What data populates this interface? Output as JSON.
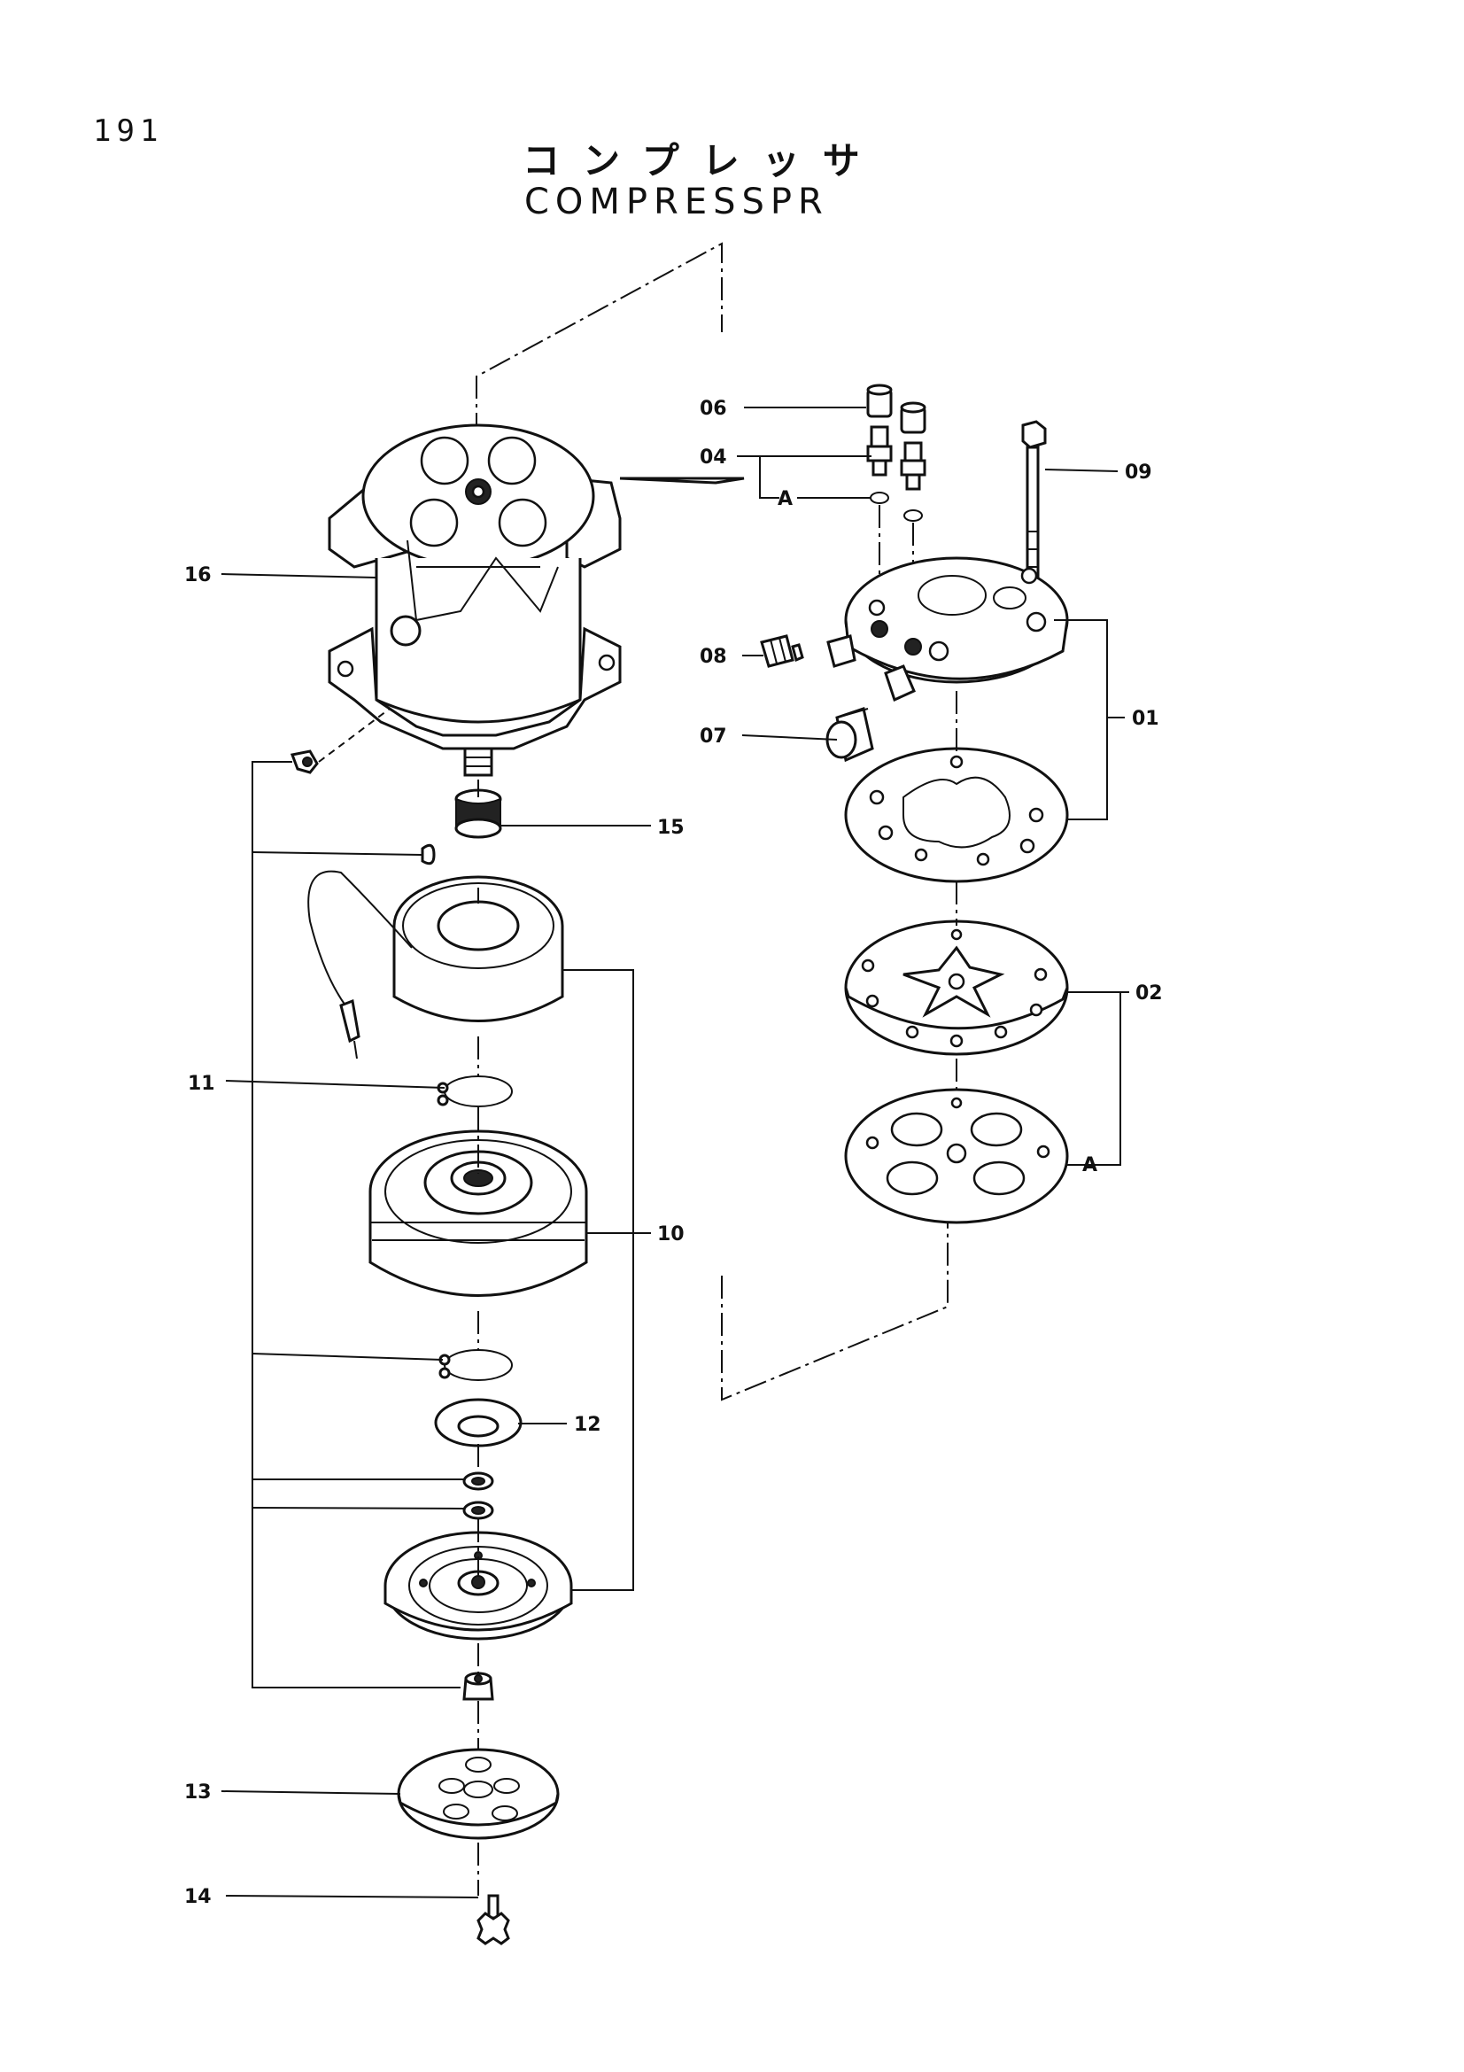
{
  "page_number": "191",
  "title_jp": "コンプレッサ",
  "title_en": "COMPRESSPR",
  "callouts": {
    "c01": "01",
    "c02": "02",
    "c04": "04",
    "c06": "06",
    "c07": "07",
    "c08": "08",
    "c09": "09",
    "c10": "10",
    "c11": "11",
    "c12": "12",
    "c13": "13",
    "c14": "14",
    "c15": "15",
    "c16": "16",
    "ref_a1": "A",
    "ref_a2": "A"
  }
}
